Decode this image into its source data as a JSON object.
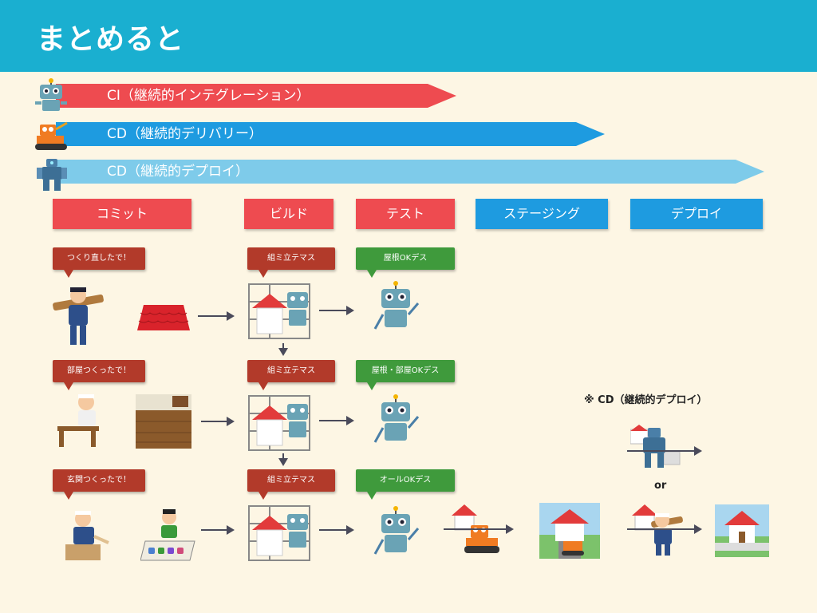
{
  "header": {
    "title": "まとめると"
  },
  "banners": {
    "ci": "CI（継続的インテグレーション）",
    "cd_delivery": "CD（継続的デリバリー）",
    "cd_deploy": "CD（継続的デプロイ）"
  },
  "stages": [
    "コミット",
    "ビルド",
    "テスト",
    "ステージング",
    "デプロイ"
  ],
  "rows": [
    {
      "commit": "つくり直したで！",
      "build": "組ミ立テマス",
      "test": "屋根OKデス"
    },
    {
      "commit": "部屋つくったで！",
      "build": "組ミ立テマス",
      "test": "屋根・部屋OKデス"
    },
    {
      "commit": "玄関つくったで！",
      "build": "組ミ立テマス",
      "test": "オールOKデス"
    }
  ],
  "deploy_note": "※ CD（継続的デプロイ）",
  "or_label": "or",
  "colors": {
    "header": "#1aafd0",
    "ci": "#ee4b50",
    "cd_delivery": "#1e9be0",
    "cd_deploy": "#7ecbea",
    "bubble_commit": "#b23a2a",
    "bubble_test": "#3f9a3c",
    "background": "#fdf6e4"
  },
  "icons": {
    "robot": "robot-icon",
    "excavator": "excavator-robot-icon",
    "mech": "mech-robot-icon",
    "carpenter": "carpenter-icon",
    "roof": "roof-icon",
    "scaffold": "scaffold-house-icon",
    "floor": "wooden-floor-icon",
    "entrance": "entrance-icon",
    "house": "house-icon"
  }
}
